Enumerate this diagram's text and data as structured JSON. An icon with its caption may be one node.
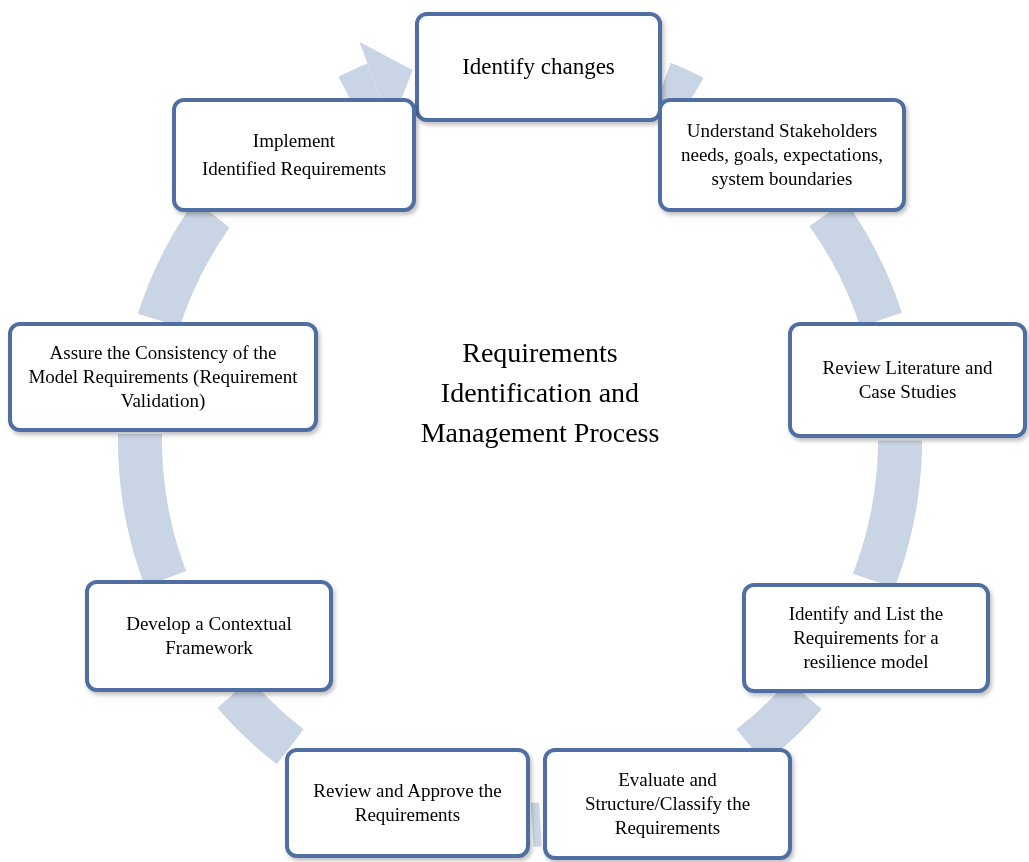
{
  "diagram": {
    "title": "Requirements Identification and Management Process",
    "nodes": [
      {
        "text": [
          "Identify changes"
        ]
      },
      {
        "text": [
          "Understand Stakeholders needs, goals, expectations, system boundaries"
        ]
      },
      {
        "text": [
          "Review Literature and Case Studies"
        ]
      },
      {
        "text": [
          "Identify and List the Requirements for a resilience model"
        ]
      },
      {
        "text": [
          "Evaluate and Structure/Classify the Requirements"
        ]
      },
      {
        "text": [
          "Review and Approve the Requirements"
        ]
      },
      {
        "text": [
          "Develop a Contextual Framework"
        ]
      },
      {
        "text": [
          "Assure the Consistency of the Model Requirements (Requirement Validation)"
        ]
      },
      {
        "text": [
          "Implement",
          "Identified Requirements"
        ]
      }
    ],
    "edges": [
      {
        "from": 0,
        "to": 1,
        "arrow": "none"
      },
      {
        "from": 1,
        "to": 2,
        "arrow": "none"
      },
      {
        "from": 2,
        "to": 3,
        "arrow": "none"
      },
      {
        "from": 3,
        "to": 4,
        "arrow": "none"
      },
      {
        "from": 4,
        "to": 5,
        "arrow": "none"
      },
      {
        "from": 5,
        "to": 6,
        "arrow": "none"
      },
      {
        "from": 6,
        "to": 7,
        "arrow": "none"
      },
      {
        "from": 7,
        "to": 8,
        "arrow": "none"
      },
      {
        "from": 8,
        "to": 0,
        "arrow": "to"
      }
    ]
  }
}
